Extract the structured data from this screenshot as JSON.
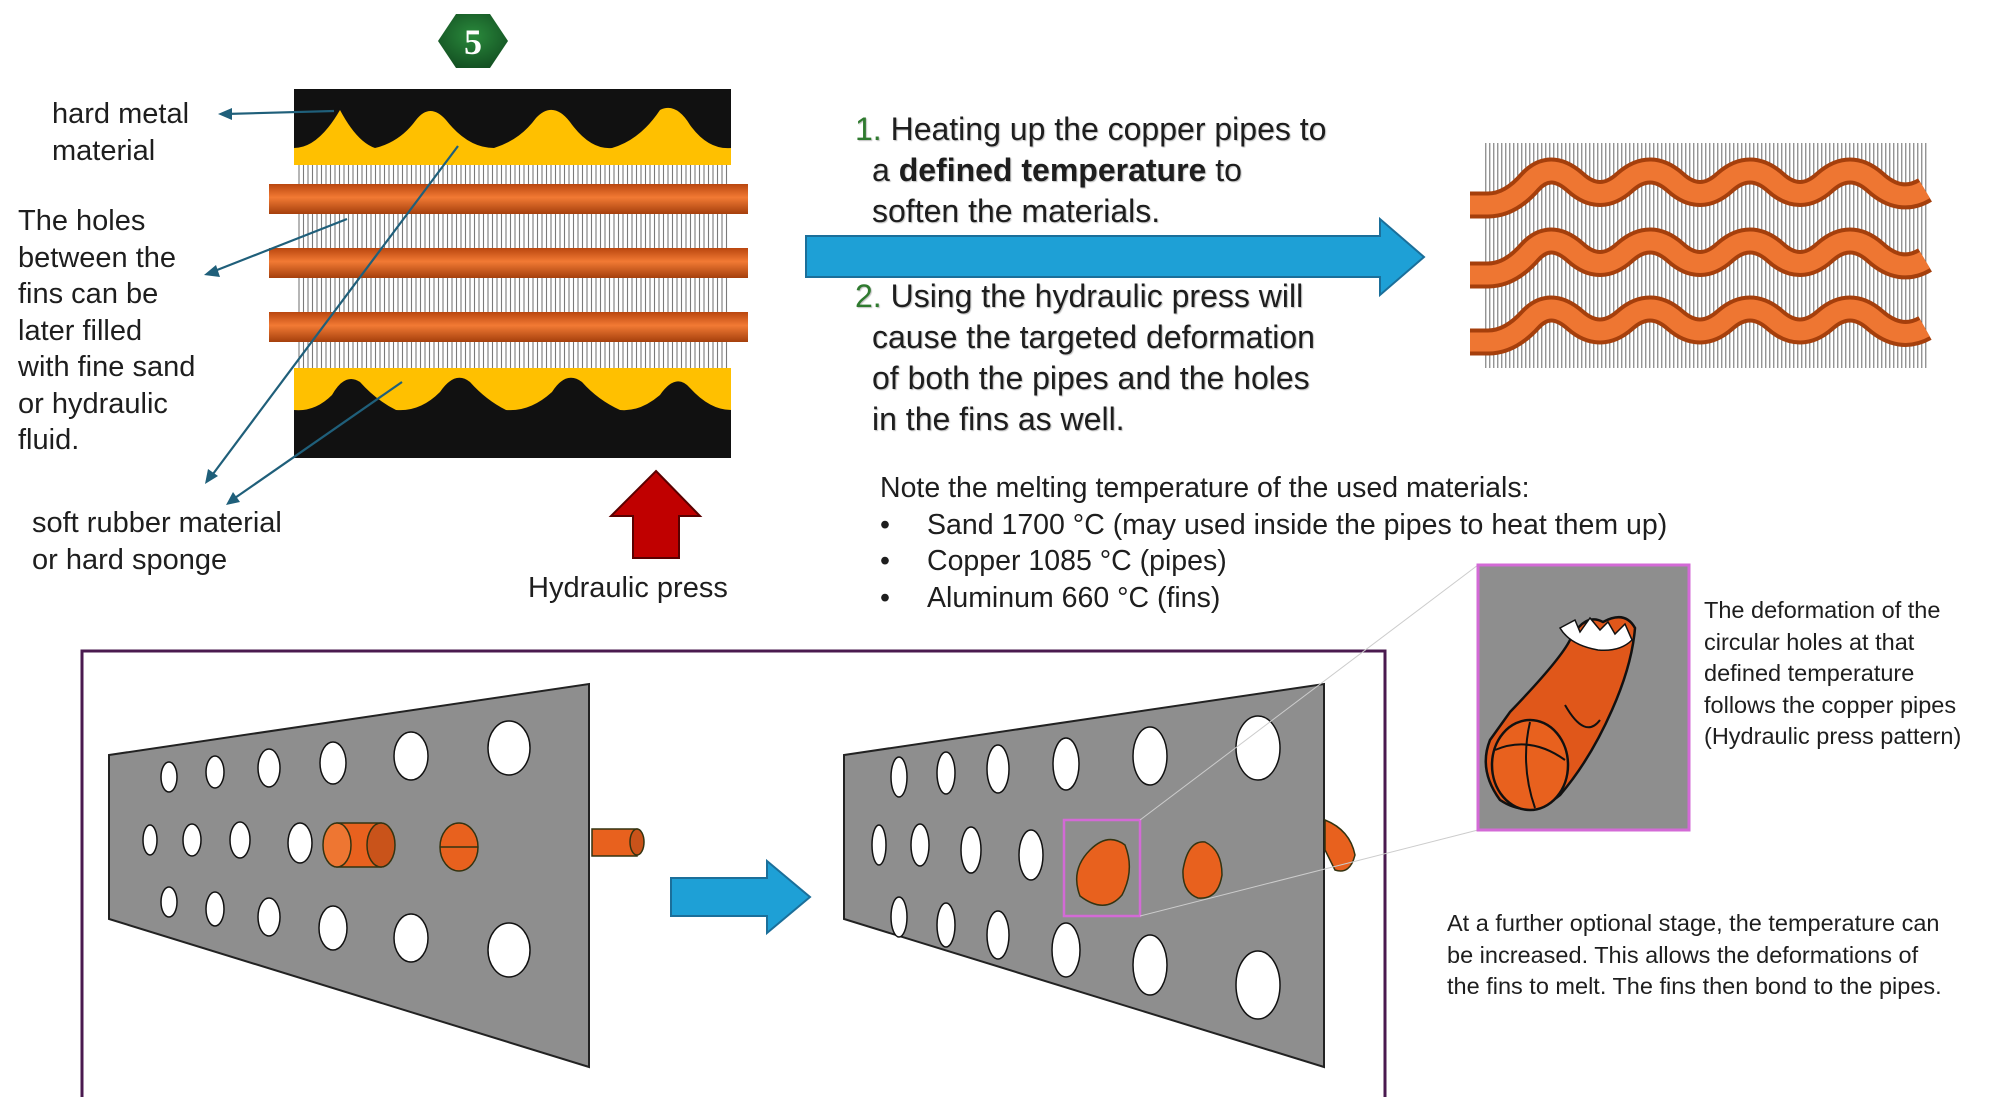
{
  "badge": {
    "number": "5",
    "color": "#1f6b2e"
  },
  "left_labels": {
    "hard_metal": [
      "hard metal",
      "material"
    ],
    "holes": [
      "The holes",
      "between the",
      "fins can be",
      "later filled",
      "with fine sand",
      "or hydraulic",
      "fluid."
    ],
    "rubber": [
      "soft rubber material",
      "or hard sponge"
    ]
  },
  "press_label": "Hydraulic press",
  "steps": [
    {
      "number": "1.",
      "lines": [
        "Heating up the copper pipes to",
        "a ",
        "defined temperature",
        " to",
        "soften the materials."
      ]
    },
    {
      "number": "2.",
      "lines": [
        "Using the hydraulic press will",
        "cause the targeted deformation",
        "of both the pipes and the holes",
        "in the fins as well."
      ]
    }
  ],
  "note": {
    "heading": "Note the melting temperature of the used materials:",
    "items": [
      "Sand  1700 °C (may used inside the pipes to heat them up)",
      "Copper 1085 °C (pipes)",
      "Aluminum 660 °C (fins)"
    ]
  },
  "deformation_text": [
    "The deformation of the",
    "circular holes at that",
    "defined temperature",
    "follows the copper pipes",
    "(Hydraulic press pattern)"
  ],
  "optional_text": [
    "At a further optional stage, the temperature can",
    "be increased. This allows the deformations of",
    "the fins to melt. The fins then bond to the pipes."
  ],
  "colors": {
    "pipe": "#e8611e",
    "pipe_dark": "#a53f0c",
    "rubber": "#ffc000",
    "metal": "#111111",
    "arrow_blue": "#1ea0d6",
    "press_arrow": "#c00000",
    "fin_plate": "#8e8e8e",
    "frame": "#4a1a4f",
    "zoom_frame": "#d36ad6",
    "leader": "#1f5f7a",
    "step_number": "#2f7a2f"
  },
  "icons": [
    "up-arrow-icon",
    "right-arrow-icon"
  ]
}
